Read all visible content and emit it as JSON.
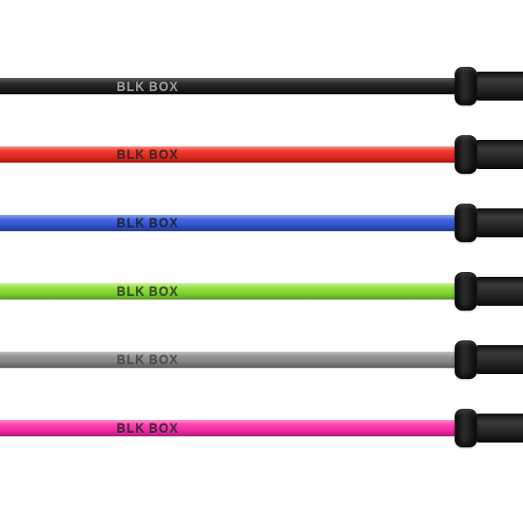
{
  "page": {
    "background": "#ffffff",
    "description": "BLK BOX barbell colour lineup product image"
  },
  "brand": {
    "logo_text": "BLK BOX",
    "logo_word1": "BLK",
    "logo_word2": "BOX"
  },
  "hardware": {
    "collar_color": "#1a1a1a",
    "sleeve_color": "#242424"
  },
  "bars": [
    {
      "id": "black",
      "shaft_top": "#606060",
      "shaft_mid": "#2e2e2e",
      "shaft_low": "#1c1c1c",
      "shaft_bottom": "#0d0d0d",
      "logo_color": "#9b9ba1"
    },
    {
      "id": "red",
      "shaft_top": "#f9897e",
      "shaft_mid": "#ee392d",
      "shaft_low": "#e02a20",
      "shaft_bottom": "#a51a13",
      "logo_color": "#4a2220"
    },
    {
      "id": "blue",
      "shaft_top": "#8ea4ec",
      "shaft_mid": "#4466dd",
      "shaft_low": "#3354ce",
      "shaft_bottom": "#20389b",
      "logo_color": "#1c2747"
    },
    {
      "id": "green",
      "shaft_top": "#c9f194",
      "shaft_mid": "#93de44",
      "shaft_low": "#83d234",
      "shaft_bottom": "#579f1d",
      "logo_color": "#3a501f"
    },
    {
      "id": "gray",
      "shaft_top": "#c3c3c3",
      "shaft_mid": "#959595",
      "shaft_low": "#868686",
      "shaft_bottom": "#5b5b5b",
      "logo_color": "#4f4f4f"
    },
    {
      "id": "pink",
      "shaft_top": "#ff8ccd",
      "shaft_mid": "#fb41b1",
      "shaft_low": "#f22da4",
      "shaft_bottom": "#b51877",
      "logo_color": "#4c2340"
    }
  ]
}
